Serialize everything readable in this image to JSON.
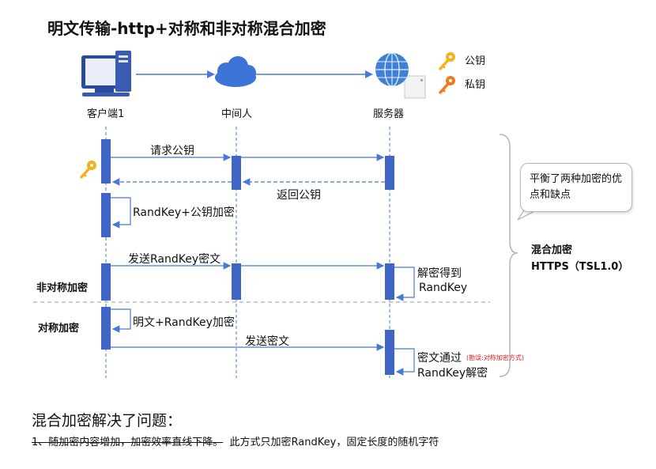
{
  "title": "明文传输-http+对称和非对称混合加密",
  "nodes": {
    "client": "客户端1",
    "mitm": "中间人",
    "server": "服务器"
  },
  "legend": {
    "public_key": "公钥",
    "private_key": "私钥"
  },
  "messages": {
    "request_pubkey": "请求公钥",
    "return_pubkey": "返回公钥",
    "encrypt_randkey": "RandKey+公钥加密",
    "send_randkey": "发送RandKey密文",
    "decrypt_line1": "解密得到",
    "decrypt_line2": "RandKey",
    "encrypt_plain": "明文+RandKey加密",
    "send_cipher": "发送密文",
    "cipher_pass": "密文通过",
    "cipher_note": "(勘误:对称加密方式)",
    "randkey_decrypt": "RandKey解密"
  },
  "sections": {
    "asymmetric": "非对称加密",
    "symmetric": "对称加密"
  },
  "callout": "平衡了两种加密的优点和缺点",
  "hybrid": {
    "title": "混合加密",
    "subtitle": "HTTPS（TSL1.0）"
  },
  "summary": {
    "title": "混合加密解决了问题：",
    "struck": "1、随加密内容增加，加密效率直线下降。",
    "rest": "  此方式只加密RandKey，固定长度的随机字符"
  },
  "colors": {
    "lifeline_bar": "#3f66c4",
    "arrow": "#4a78d8",
    "key": "#f0a020",
    "note": "#e02020"
  }
}
